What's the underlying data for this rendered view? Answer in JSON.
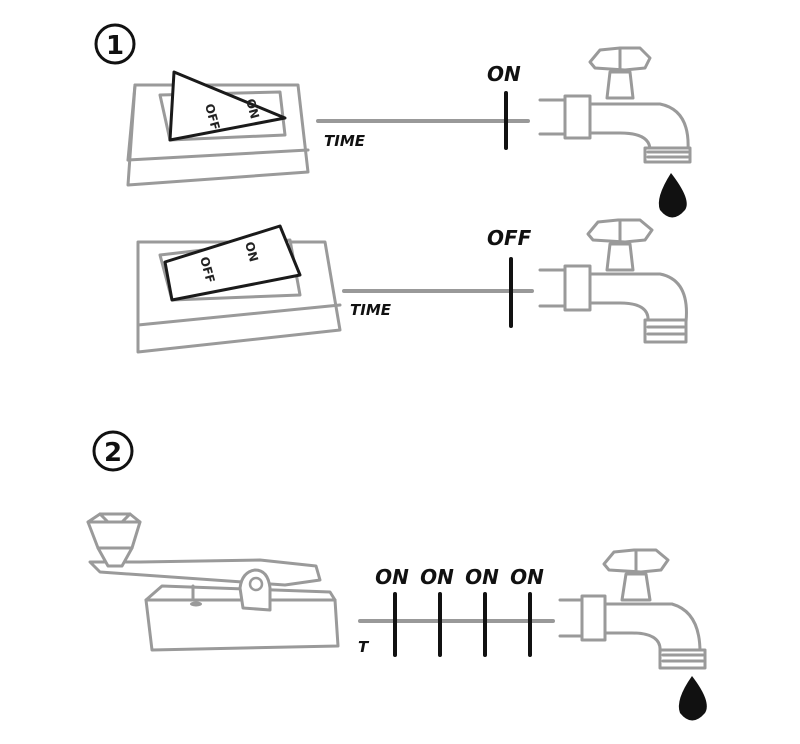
{
  "sections": [
    {
      "number": "1"
    },
    {
      "number": "2"
    }
  ],
  "panel1": {
    "switch_on": {
      "off_label": "OFF",
      "on_label": "ON",
      "time_label": "TIME",
      "state_label": "ON",
      "water_drop": true
    },
    "switch_off": {
      "off_label": "OFF",
      "on_label": "ON",
      "time_label": "TIME",
      "state_label": "OFF",
      "water_drop": false
    }
  },
  "panel2": {
    "time_label": "T",
    "pulse_labels": [
      "ON",
      "ON",
      "ON",
      "ON"
    ],
    "water_drop": true
  }
}
